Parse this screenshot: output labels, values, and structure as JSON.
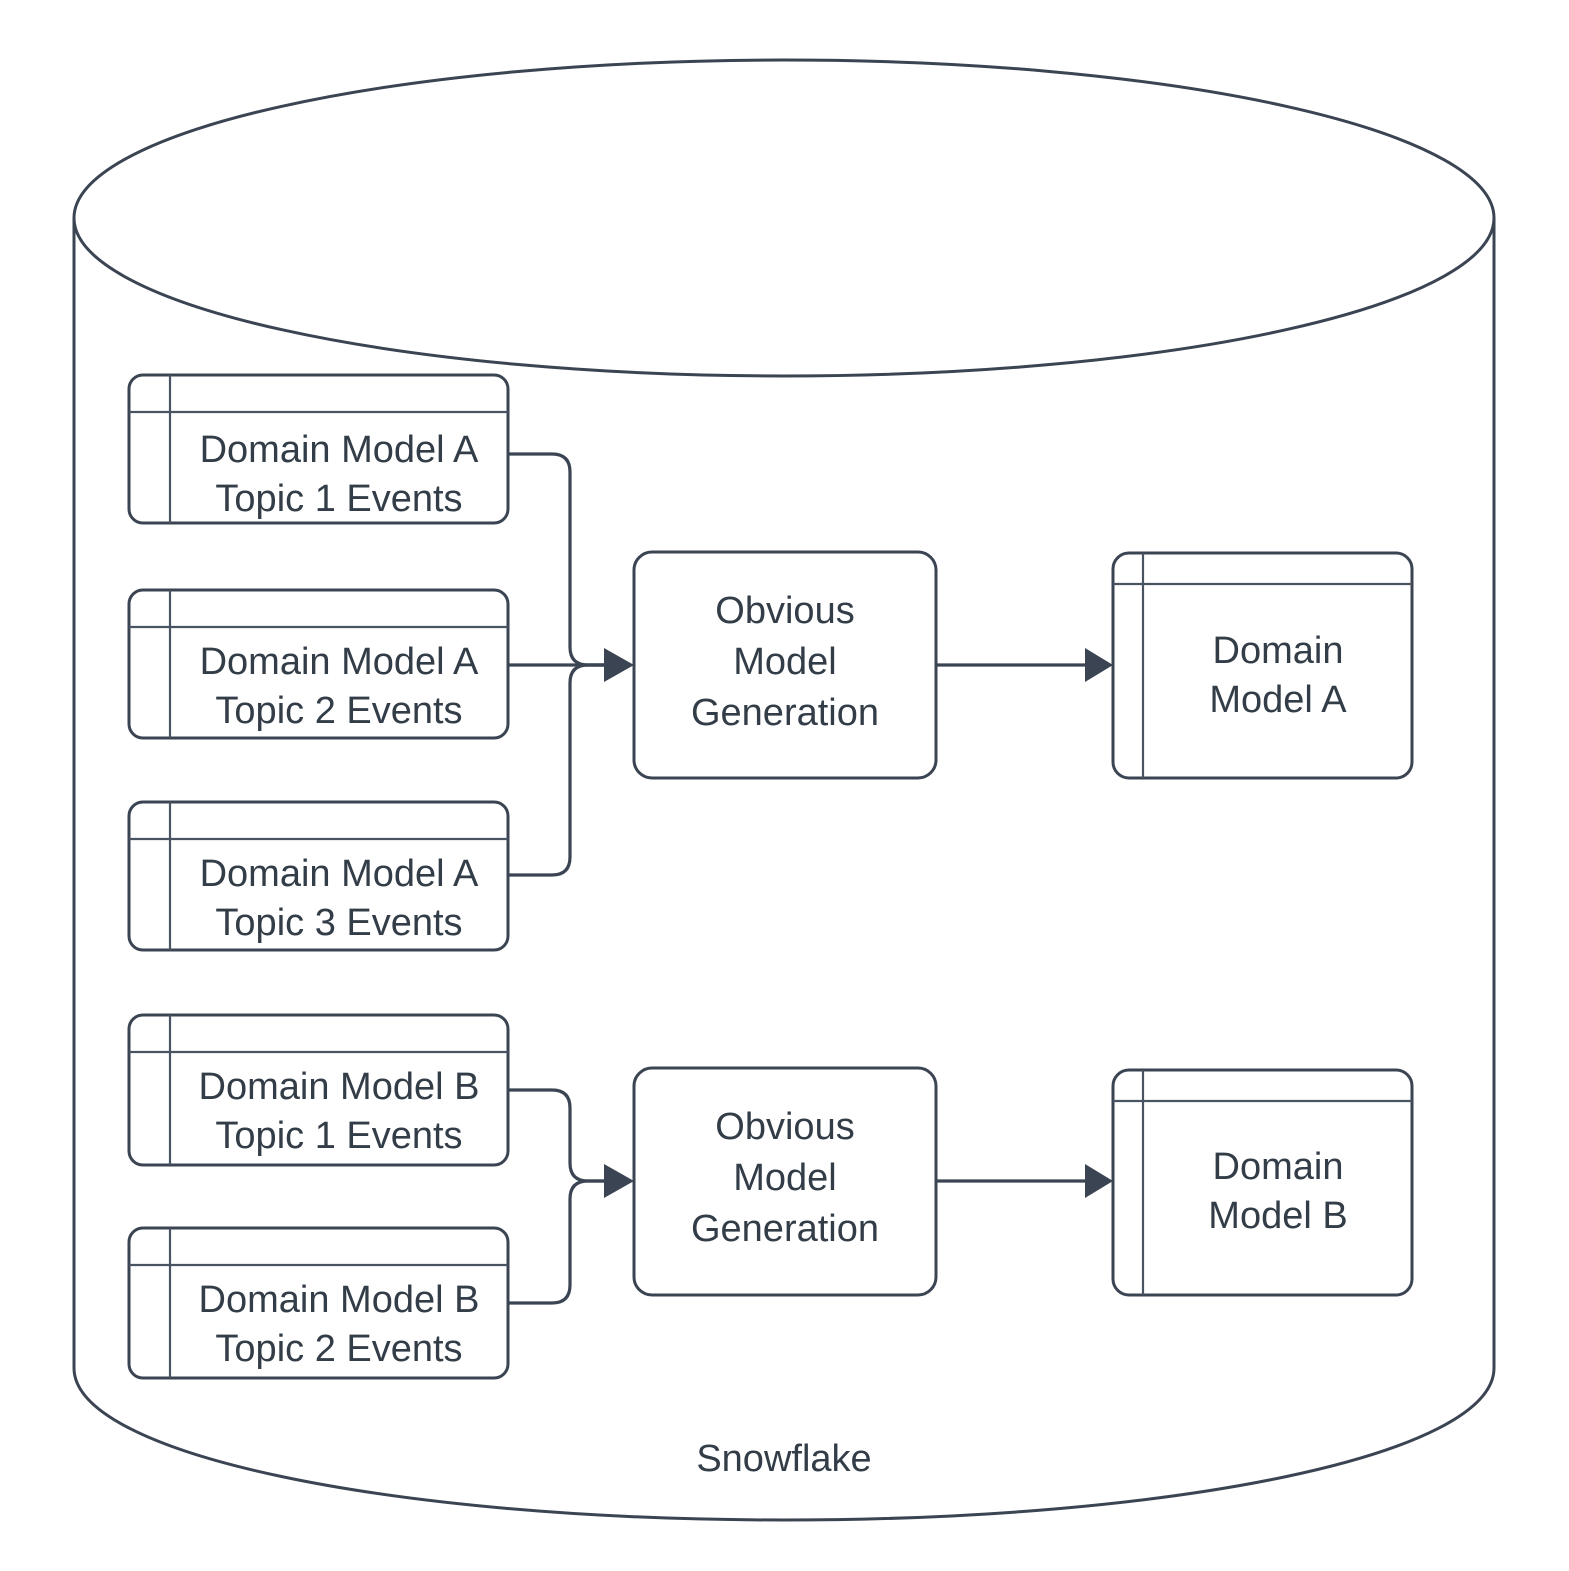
{
  "diagram": {
    "title": "Snowflake",
    "container": {
      "name": "Snowflake",
      "label": "Snowflake",
      "shape": "cylinder"
    },
    "colors": {
      "stroke": "#3b4452",
      "text": "#333d48",
      "fill": "#ffffff",
      "background": "#ffffff"
    },
    "groups": [
      {
        "id": "group-a",
        "sources": [
          {
            "id": "a-topic-1",
            "line1": "Domain Model A",
            "line2": "Topic 1 Events",
            "shape": "table"
          },
          {
            "id": "a-topic-2",
            "line1": "Domain Model A",
            "line2": "Topic 2 Events",
            "shape": "table"
          },
          {
            "id": "a-topic-3",
            "line1": "Domain Model A",
            "line2": "Topic 3 Events",
            "shape": "table"
          }
        ],
        "process": {
          "id": "process-a",
          "line1": "Obvious",
          "line2": "Model",
          "line3": "Generation",
          "shape": "rounded-rect"
        },
        "output": {
          "id": "output-a",
          "line1": "Domain",
          "line2": "Model A",
          "shape": "table"
        }
      },
      {
        "id": "group-b",
        "sources": [
          {
            "id": "b-topic-1",
            "line1": "Domain Model B",
            "line2": "Topic 1 Events",
            "shape": "table"
          },
          {
            "id": "b-topic-2",
            "line1": "Domain Model B",
            "line2": "Topic 2 Events",
            "shape": "table"
          }
        ],
        "process": {
          "id": "process-b",
          "line1": "Obvious",
          "line2": "Model",
          "line3": "Generation",
          "shape": "rounded-rect"
        },
        "output": {
          "id": "output-b",
          "line1": "Domain",
          "line2": "Model B",
          "shape": "table"
        }
      }
    ]
  }
}
